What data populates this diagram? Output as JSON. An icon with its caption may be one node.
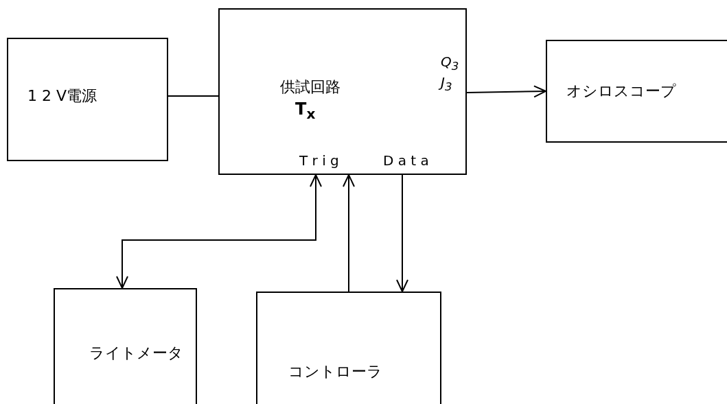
{
  "diagram": {
    "nodes": [
      {
        "text": [
          "1 2 V電源"
        ]
      },
      {
        "text": [
          "供試回路"
        ]
      },
      {
        "text": [
          "オシロスコープ"
        ]
      },
      {
        "text": [
          "ライトメータ"
        ]
      },
      {
        "text": [
          "コントローラ"
        ]
      }
    ],
    "edges": [
      {
        "from": 0,
        "to": 1,
        "arrow": "none"
      },
      {
        "from": 1,
        "to": 2,
        "arrow": "to"
      },
      {
        "from": 3,
        "to": 1,
        "arrow": "both"
      },
      {
        "from": 4,
        "to": 1,
        "arrow": "to"
      },
      {
        "from": 1,
        "to": 4,
        "arrow": "to"
      }
    ],
    "labels": [
      "Q$_{3}$",
      "J$_{3}$",
      "T$_{x}$",
      "T r i g",
      "D a t a"
    ]
  }
}
